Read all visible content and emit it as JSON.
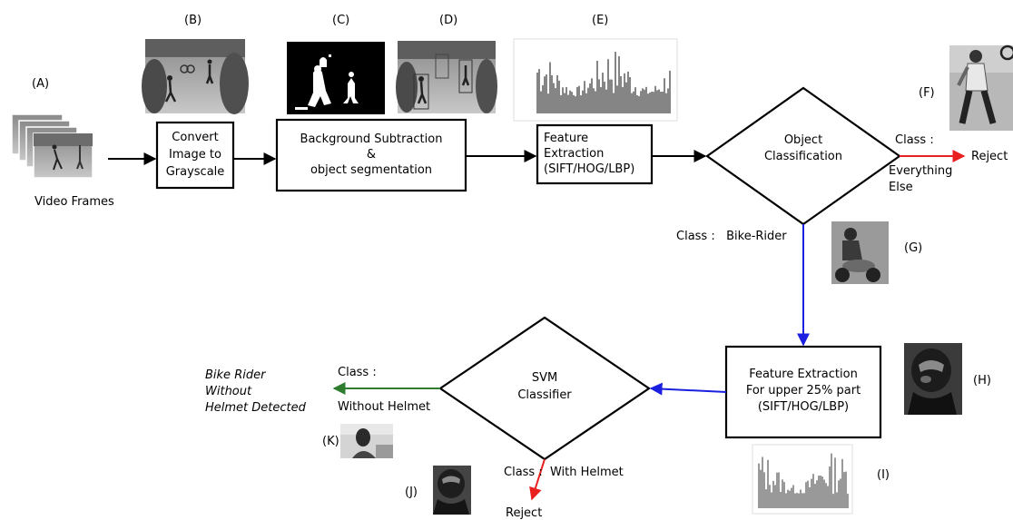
{
  "labels": {
    "A": "(A)",
    "B": "(B)",
    "C": "(C)",
    "D": "(D)",
    "E": "(E)",
    "F": "(F)",
    "G": "(G)",
    "H": "(H)",
    "I": "(I)",
    "J": "(J)",
    "K": "(K)"
  },
  "input": {
    "caption": "Video Frames"
  },
  "boxes": {
    "grayscale": [
      "Convert",
      "Image to",
      "Grayscale"
    ],
    "background": [
      "Background Subtraction",
      "&",
      "object segmentation"
    ],
    "feature1": [
      "Feature",
      "Extraction",
      "(SIFT/HOG/LBP)"
    ],
    "feature2": [
      "Feature Extraction",
      "For upper 25% part",
      "(SIFT/HOG/LBP)"
    ]
  },
  "diamonds": {
    "object": [
      "Object",
      "Classification"
    ],
    "svm": [
      "SVM",
      "Classifier"
    ]
  },
  "branches": {
    "obj_class_label": "Class :",
    "obj_else": [
      "Everything",
      "Else"
    ],
    "obj_reject": "Reject",
    "obj_bike": "Class :   Bike-Rider",
    "svm_class_label": "Class :",
    "svm_without": "Without Helmet",
    "svm_with": "Class :  With Helmet",
    "svm_reject": "Reject",
    "result": [
      "Bike Rider",
      "Without",
      "Helmet Detected"
    ]
  },
  "colors": {
    "main_arrow": "#000000",
    "reject_arrow": "#e8201f",
    "bike_arrow": "#1a1fe0",
    "helmet_arrow": "#2e7d2e"
  }
}
